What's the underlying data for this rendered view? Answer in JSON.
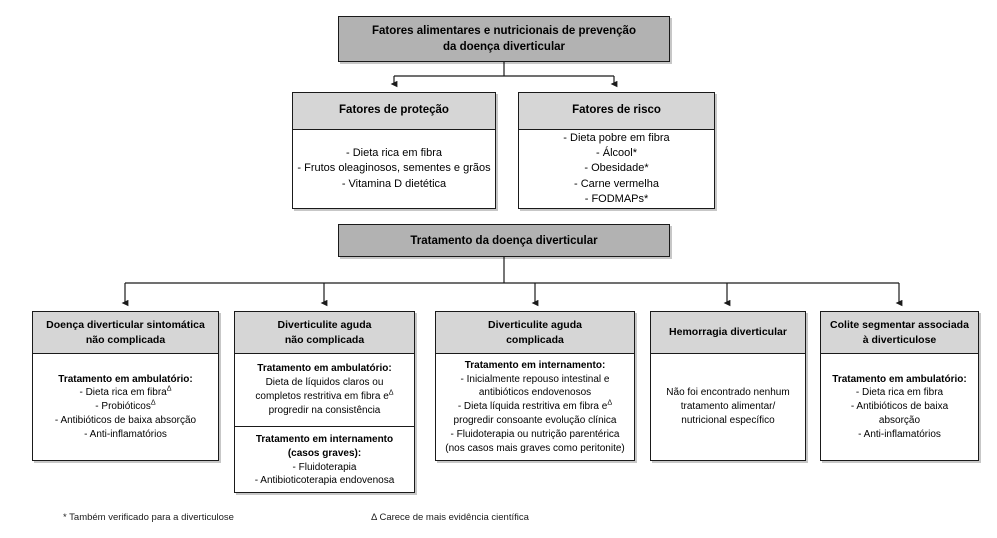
{
  "diagram": {
    "title_root": {
      "line1": "Fatores alimentares e nutricionais de prevenção",
      "line2": "da doença diverticular"
    },
    "treatment_root": {
      "label": "Tratamento da doença diverticular"
    },
    "factors": [
      {
        "id": "protection",
        "title": "Fatores de proteção",
        "items": [
          "- Dieta rica em fibra",
          "- Frutos oleaginosos, sementes e grãos",
          "- Vitamina D dietética"
        ]
      },
      {
        "id": "risk",
        "title": "Fatores de risco",
        "items": [
          "- Dieta pobre em fibra",
          "- Álcool*",
          "- Obesidade*",
          "- Carne vermelha",
          "- FODMAPs*"
        ]
      }
    ],
    "conditions": [
      {
        "id": "symptomatic-uncomplicated",
        "title_line1": "Doença diverticular sintomática",
        "title_line2": "não complicada",
        "sections": [
          {
            "heading": "Tratamento em ambulatório:",
            "items": [
              "- Dieta rica em fibra",
              "- Probióticos",
              "- Antibióticos de baixa absorção",
              "- Anti-inflamatórios"
            ],
            "marks": [
              "Δ",
              "Δ",
              "",
              ""
            ]
          }
        ]
      },
      {
        "id": "acute-uncomplicated",
        "title_line1": "Diverticulite aguda",
        "title_line2": "não complicada",
        "sections": [
          {
            "heading": "Tratamento em ambulatório:",
            "items": [
              "Dieta de líquidos claros ou",
              "completos restritiva em fibra  e",
              "progredir na consistência"
            ],
            "marks": [
              "",
              "Δ",
              ""
            ]
          },
          {
            "heading": "Tratamento em internamento",
            "heading2": "(casos graves):",
            "items": [
              "- Fluidoterapia",
              "- Antibioticoterapia endovenosa"
            ],
            "marks": [
              "",
              ""
            ]
          }
        ]
      },
      {
        "id": "acute-complicated",
        "title_line1": "Diverticulite aguda",
        "title_line2": "complicada",
        "sections": [
          {
            "heading": "Tratamento em internamento:",
            "items": [
              "- Inicialmente repouso intestinal e",
              "antibióticos endovenosos",
              "- Dieta líquida restritiva em fibra  e",
              "progredir consoante evolução clínica",
              "- Fluidoterapia ou nutrição parentérica",
              "(nos casos mais graves como peritonite)"
            ],
            "marks": [
              "",
              "",
              "Δ",
              "",
              "",
              ""
            ]
          }
        ]
      },
      {
        "id": "diverticular-hemorrhage",
        "title_line1": "Hemorragia diverticular",
        "title_line2": "",
        "sections": [
          {
            "heading": "",
            "items": [
              "Não foi encontrado nenhum",
              "tratamento alimentar/",
              "nutricional específico"
            ],
            "marks": [
              "",
              "",
              ""
            ]
          }
        ]
      },
      {
        "id": "segmental-colitis",
        "title_line1": "Colite segmentar associada",
        "title_line2": "à diverticulose",
        "sections": [
          {
            "heading": "Tratamento em ambulatório:",
            "items": [
              "- Dieta rica em fibra",
              "- Antibióticos de baixa",
              "absorção",
              "- Anti-inflamatórios"
            ],
            "marks": [
              "",
              "",
              "",
              ""
            ]
          }
        ]
      }
    ],
    "footnotes": {
      "asterisk": "* Também verificado para a diverticulose",
      "delta": "Δ Carece de mais evidência científica"
    },
    "colors": {
      "root_fill": "#b2b2b2",
      "header_fill": "#d6d6d6",
      "body_fill": "#ffffff",
      "border": "#1a1a1a",
      "page_bg": "#ffffff"
    }
  }
}
